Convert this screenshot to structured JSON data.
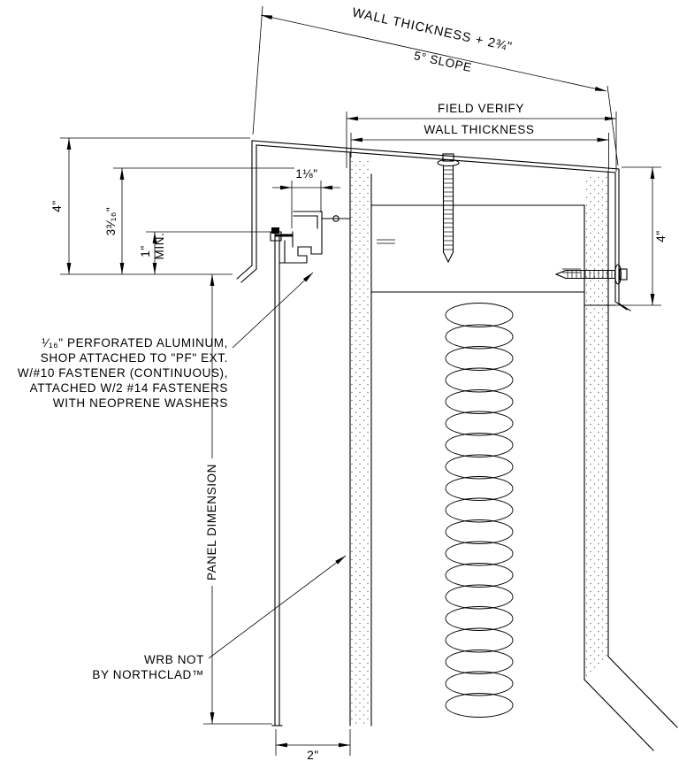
{
  "style": {
    "ink": "#000000",
    "background": "#ffffff"
  },
  "drawing": {
    "dim_wall_thickness_plus": "WALL THICKNESS + 2¾\"",
    "slope_label": "5° SLOPE",
    "field_verify": "FIELD VERIFY",
    "wall_thickness": "WALL THICKNESS",
    "dim_4_left": "4\"",
    "dim_3_3_16": "3³⁄₁₆\"",
    "dim_1_line1": "1\"",
    "dim_1_line2": "MIN.",
    "dim_1_1_8": "1⅛\"",
    "dim_4_right": "4\"",
    "panel_dimension": "PANEL DIMENSION",
    "dim_2": "2\"",
    "note_perforated": [
      "¹⁄₁₆\" PERFORATED ALUMINUM,",
      "SHOP ATTACHED TO \"PF\" EXT.",
      "W/#10 FASTENER (CONTINUOUS),",
      "ATTACHED W/2 #14 FASTENERS",
      "WITH NEOPRENE WASHERS"
    ],
    "note_wrb": [
      "WRB NOT",
      "BY NORTHCLAD™"
    ]
  }
}
